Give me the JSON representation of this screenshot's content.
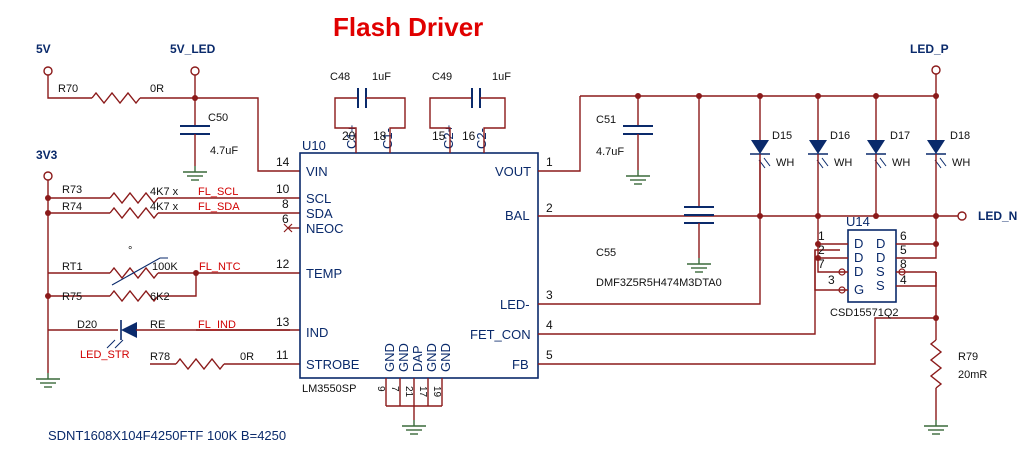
{
  "title": "Flash Driver",
  "nets": {
    "v5": "5V",
    "v5_led": "5V_LED",
    "v3v3": "3V3",
    "led_p": "LED_P",
    "led_n": "LED_N"
  },
  "resistors": {
    "r70": {
      "ref": "R70",
      "value": "0R"
    },
    "r73": {
      "ref": "R73",
      "value": "4K7 x"
    },
    "r74": {
      "ref": "R74",
      "value": "4K7 x"
    },
    "rt1": {
      "ref": "RT1",
      "value": "100K"
    },
    "r75": {
      "ref": "R75",
      "value": "6K2"
    },
    "r78": {
      "ref": "R78",
      "value": "0R"
    },
    "r79": {
      "ref": "R79",
      "value": "20mR"
    }
  },
  "capacitors": {
    "c48": {
      "ref": "C48",
      "value": "1uF"
    },
    "c49": {
      "ref": "C49",
      "value": "1uF"
    },
    "c50": {
      "ref": "C50",
      "value": "4.7uF"
    },
    "c51": {
      "ref": "C51",
      "value": "4.7uF"
    },
    "c55": {
      "ref": "C55",
      "value": "DMF3Z5R5H474M3DTA0"
    }
  },
  "signals": {
    "fl_scl": "FL_SCL",
    "fl_sda": "FL_SDA",
    "fl_ntc": "FL_NTC",
    "fl_ind": "FL_IND",
    "led_str": "LED_STR",
    "re": "RE"
  },
  "u10": {
    "ref": "U10",
    "part": "LM3550SP",
    "left_pins": [
      {
        "num": "14",
        "name": "VIN"
      },
      {
        "num": "10",
        "name": "SCL"
      },
      {
        "num": "8",
        "name": "SDA"
      },
      {
        "num": "6",
        "name": "NEOC"
      },
      {
        "num": "12",
        "name": "TEMP"
      },
      {
        "num": "13",
        "name": "IND"
      },
      {
        "num": "11",
        "name": "STROBE"
      }
    ],
    "right_pins": [
      {
        "num": "1",
        "name": "VOUT"
      },
      {
        "num": "2",
        "name": "BAL"
      },
      {
        "num": "3",
        "name": "LED-"
      },
      {
        "num": "4",
        "name": "FET_CON"
      },
      {
        "num": "5",
        "name": "FB"
      }
    ],
    "top_pins": [
      {
        "num": "20",
        "name": "C1+"
      },
      {
        "num": "18",
        "name": "C1-"
      },
      {
        "num": "15",
        "name": "C2+"
      },
      {
        "num": "16",
        "name": "C2-"
      }
    ],
    "bottom_pins": [
      {
        "num": "9",
        "name": "GND"
      },
      {
        "num": "7",
        "name": "GND"
      },
      {
        "num": "21",
        "name": "DAP"
      },
      {
        "num": "17",
        "name": "GND"
      },
      {
        "num": "19",
        "name": "GND"
      }
    ]
  },
  "leds": {
    "d15": "D15",
    "d16": "D16",
    "d17": "D17",
    "d18": "D18",
    "d20": "D20",
    "wh": "WH"
  },
  "u14": {
    "ref": "U14",
    "part": "CSD15571Q2",
    "left_pins": [
      {
        "num": "1",
        "name": "D"
      },
      {
        "num": "2",
        "name": "D"
      },
      {
        "num": "7",
        "name": "D"
      },
      {
        "num": "3",
        "name": "G"
      }
    ],
    "right_pins": [
      {
        "num": "6",
        "name": "D"
      },
      {
        "num": "5",
        "name": "D"
      },
      {
        "num": "8",
        "name": "S"
      },
      {
        "num": "4",
        "name": "S"
      }
    ]
  },
  "footnote": "SDNT1608X104F4250FTF 100K B=4250"
}
